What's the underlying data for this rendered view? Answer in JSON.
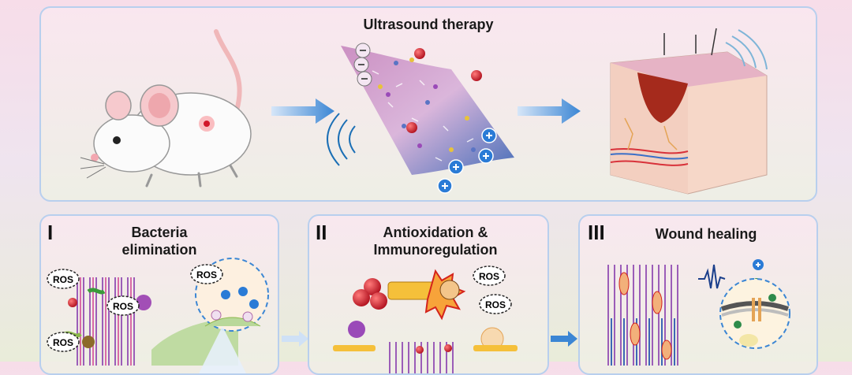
{
  "top_panel": {
    "title": "Ultrasound therapy"
  },
  "panels": [
    {
      "numeral": "I",
      "title_line1": "Bacteria",
      "title_line2": "elimination"
    },
    {
      "numeral": "II",
      "title_line1": "Antioxidation &",
      "title_line2": "Immunoregulation"
    },
    {
      "numeral": "III",
      "title_line1": "Wound healing",
      "title_line2": ""
    }
  ],
  "ros_label": "ROS",
  "colors": {
    "accent_arrow": "#3b86d4",
    "panel_border": "#b8cfee",
    "red_particle": "#d2182b"
  }
}
